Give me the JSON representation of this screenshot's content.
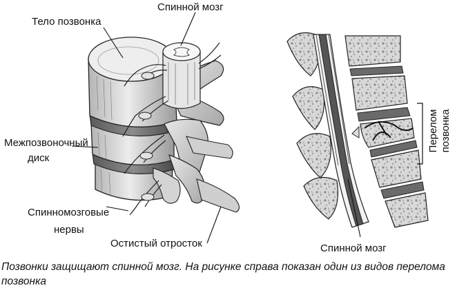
{
  "labels": {
    "vertebral_body": "Тело позвонка",
    "spinal_cord_top": "Спинной мозг",
    "disc_line1": "Межпозвоночный",
    "disc_line2": "диск",
    "nerves_line1": "Спинномозговые",
    "nerves_line2": "нервы",
    "spinous_process": "Остистый отросток",
    "fracture_line1": "Перелом",
    "fracture_line2": "позвонка",
    "spinal_cord_bottom": "Спинной мозг"
  },
  "caption": {
    "line1": "Позвонки защищают спинной мозг. На рисунке справа показан один из видов перелома",
    "line2": "позвонка"
  }
}
